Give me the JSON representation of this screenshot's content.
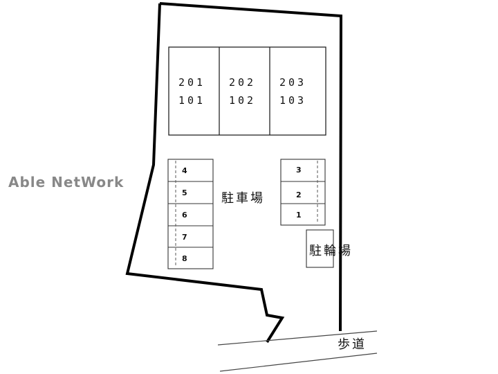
{
  "watermark": "Able NetWork",
  "units": {
    "upper": [
      "201",
      "202",
      "203"
    ],
    "lower": [
      "101",
      "102",
      "103"
    ]
  },
  "parking_left": [
    "4",
    "5",
    "6",
    "7",
    "8"
  ],
  "parking_right": [
    "3",
    "2",
    "1"
  ],
  "labels": {
    "parking": "駐車場",
    "bicycle_parking": "駐輪場",
    "sidewalk": "歩道"
  }
}
